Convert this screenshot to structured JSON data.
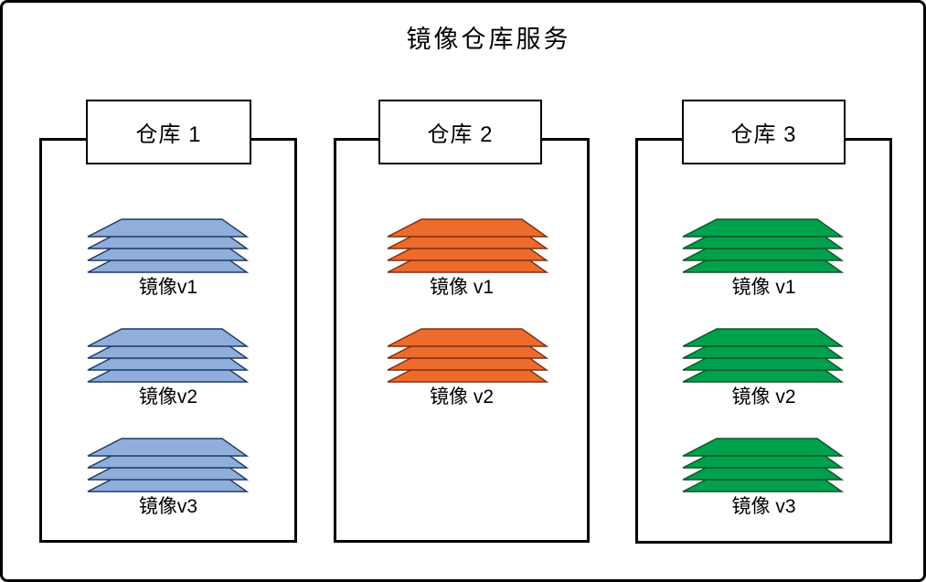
{
  "diagram": {
    "title": "镜像仓库服务"
  },
  "repos": [
    {
      "label": "仓库 1",
      "color_name": "blue",
      "layer_fill": "#8FAEDC",
      "layer_stroke": "#1F3864",
      "images": [
        {
          "label": "镜像v1",
          "layer_count": 4
        },
        {
          "label": "镜像v2",
          "layer_count": 4
        },
        {
          "label": "镜像v3",
          "layer_count": 4
        }
      ]
    },
    {
      "label": "仓库 2",
      "color_name": "orange",
      "layer_fill": "#ED6B2D",
      "layer_stroke": "#7E2F10",
      "images": [
        {
          "label": "镜像 v1",
          "layer_count": 4
        },
        {
          "label": "镜像 v2",
          "layer_count": 4
        }
      ]
    },
    {
      "label": "仓库 3",
      "color_name": "green",
      "layer_fill": "#00A14C",
      "layer_stroke": "#14522A",
      "images": [
        {
          "label": "镜像 v1",
          "layer_count": 4
        },
        {
          "label": "镜像 v2",
          "layer_count": 4
        },
        {
          "label": "镜像 v3",
          "layer_count": 4
        }
      ]
    }
  ]
}
